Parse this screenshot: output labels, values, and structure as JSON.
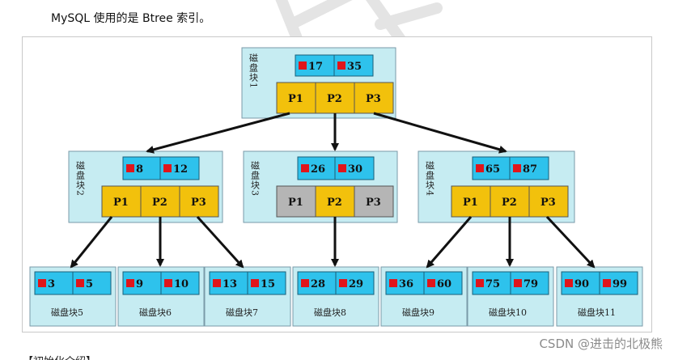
{
  "caption": "MySQL 使用的是 Btree 索引。",
  "footer_text": "【初始化介绍】",
  "watermark": "CSDN @进击的北极熊",
  "colors": {
    "block_bg": "#c6ecf2",
    "key_bg": "#2ec2ec",
    "pointer_bg": "#f2c10c",
    "pointer_gray": "#b5b5b5",
    "marker": "#e0151b",
    "arrow": "#111111"
  },
  "tree": {
    "root": {
      "label": "磁盘块1",
      "keys": [
        "17",
        "35"
      ],
      "pointers": [
        "P1",
        "P2",
        "P3"
      ]
    },
    "level2": [
      {
        "label": "磁盘块2",
        "keys": [
          "8",
          "12"
        ],
        "pointers": [
          "P1",
          "P2",
          "P3"
        ],
        "inactive": []
      },
      {
        "label": "磁盘块3",
        "keys": [
          "26",
          "30"
        ],
        "pointers": [
          "P1",
          "P2",
          "P3"
        ],
        "inactive": [
          0,
          2
        ]
      },
      {
        "label": "磁盘块4",
        "keys": [
          "65",
          "87"
        ],
        "pointers": [
          "P1",
          "P2",
          "P3"
        ],
        "inactive": []
      }
    ],
    "leaves": [
      {
        "label": "磁盘块5",
        "keys": [
          "3",
          "5"
        ]
      },
      {
        "label": "磁盘块6",
        "keys": [
          "9",
          "10"
        ]
      },
      {
        "label": "磁盘块7",
        "keys": [
          "13",
          "15"
        ]
      },
      {
        "label": "磁盘块8",
        "keys": [
          "28",
          "29"
        ]
      },
      {
        "label": "磁盘块9",
        "keys": [
          "36",
          "60"
        ]
      },
      {
        "label": "磁盘块10",
        "keys": [
          "75",
          "79"
        ]
      },
      {
        "label": "磁盘块11",
        "keys": [
          "90",
          "99"
        ]
      }
    ]
  }
}
